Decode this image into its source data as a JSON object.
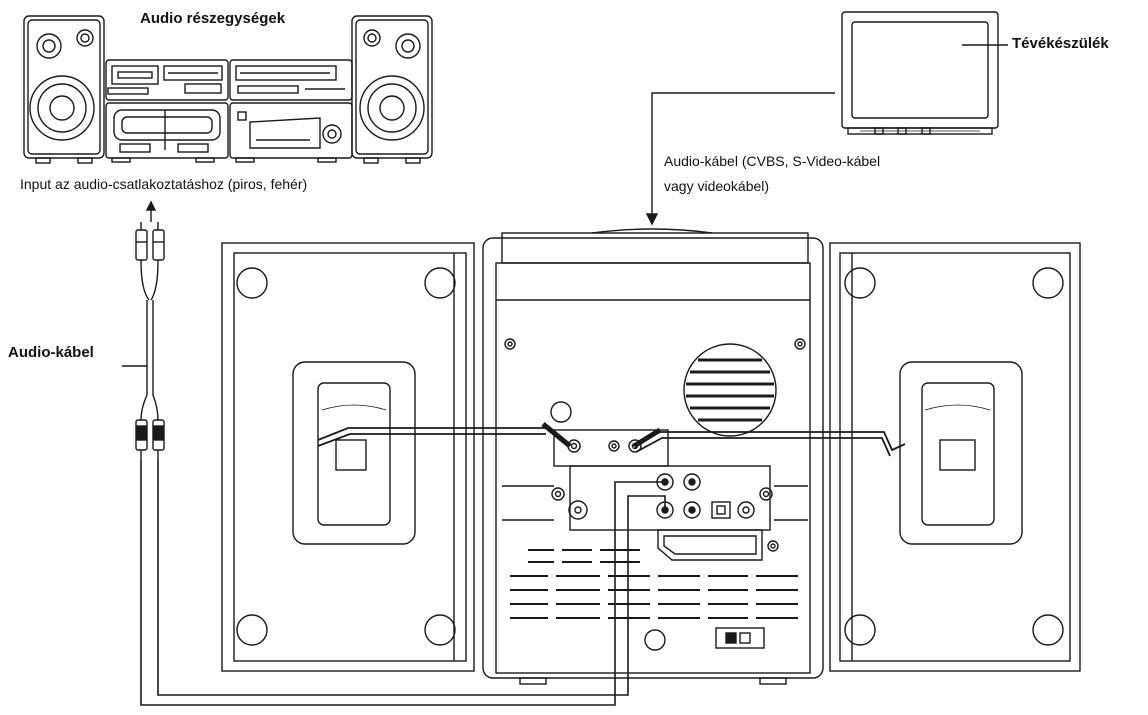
{
  "labels": {
    "audio_units": "Audio részegységek",
    "tv": "Tévékészülék",
    "audio_input": "Input az audio-csatlakoztatáshoz (piros, fehér)",
    "tv_cable_line1": "Audio-kábel (CVBS, S-Video-kábel",
    "tv_cable_line2": "vagy videokábel)",
    "audio_cable": "Audio-kábel"
  },
  "colors": {
    "line": "#1a1a1a",
    "background": "#ffffff"
  }
}
